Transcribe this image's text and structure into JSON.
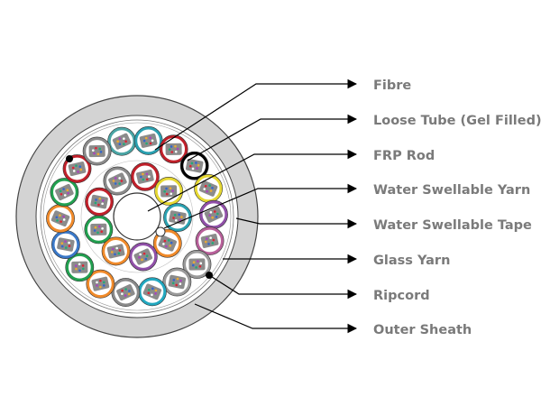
{
  "diagram": {
    "labels": [
      {
        "id": "fibre",
        "text": "Fibre"
      },
      {
        "id": "loose-tube",
        "text": "Loose Tube (Gel Filled)"
      },
      {
        "id": "frp-rod",
        "text": "FRP Rod"
      },
      {
        "id": "water-swellable-yarn",
        "text": "Water Swellable Yarn"
      },
      {
        "id": "water-swellable-tape",
        "text": "Water Swellable Tape"
      },
      {
        "id": "glass-yarn",
        "text": "Glass Yarn"
      },
      {
        "id": "ripcord",
        "text": "Ripcord"
      },
      {
        "id": "outer-sheath",
        "text": "Outer Sheath"
      }
    ],
    "colors": {
      "sheath": "#d3d3d3",
      "label_text": "#7a7a7a",
      "leader_line": "#000000",
      "tube_fill": "#ffffff",
      "fibre_bundle": "#8b8b8b"
    },
    "outer_ring_tube_colors": [
      "#4aa5a5",
      "#2aa0b0",
      "#c0202a",
      "#000000",
      "#e6d832",
      "#9050a8",
      "#b8609a",
      "#9a9a9a",
      "#9a9a9a",
      "#22a8c0",
      "#8a8a8a",
      "#f08a2a",
      "#22a050",
      "#3a78c8",
      "#f08a2a",
      "#22a050",
      "#c0202a",
      "#8a8a8a"
    ],
    "inner_ring_tube_colors": [
      "#8a8a8a",
      "#c0202a",
      "#e6d832",
      "#2aa0b0",
      "#f08a2a",
      "#9050a8",
      "#f08a2a",
      "#22a050",
      "#c0202a"
    ],
    "ring_tube_counts": {
      "outer": 18,
      "inner": 9
    }
  }
}
